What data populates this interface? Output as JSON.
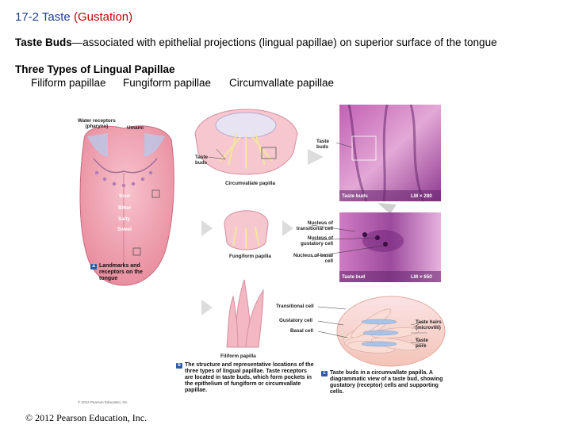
{
  "slide": {
    "title_number": "17-2 Taste ",
    "title_paren": "(Gustation)",
    "taste_buds_bold": "Taste Buds",
    "taste_buds_text": "—associated with epithelial projections (lingual papillae) on superior surface of the tongue",
    "papillae_heading": "Three Types of Lingual Papillae",
    "papillae_types": [
      "Filiform papillae",
      "Fungiform papillae",
      "Circumvallate papillae"
    ],
    "footer_copyright": "© 2012 Pearson Education, Inc."
  },
  "figure": {
    "tongue_labels": {
      "water_receptors": "Water receptors\n(pharynx)",
      "umami": "Umami",
      "sour": "Sour",
      "bitter": "Bitter",
      "salty": "Salty",
      "sweet": "Sweet"
    },
    "caption_a": "Landmarks and receptors on the tongue",
    "caption_a_tag": "a",
    "circumvallate": {
      "taste_buds_label": "Taste buds",
      "name": "Circumvallate papilla"
    },
    "fungiform": {
      "name": "Fungiform papilla"
    },
    "filiform": {
      "name": "Filiform papilla"
    },
    "micrograph_top": {
      "taste_buds_label": "Taste buds",
      "bottom_label": "Taste buds",
      "magnification": "LM × 280"
    },
    "micrograph_bottom": {
      "nucleus_transitional": "Nucleus of transitional cell",
      "nucleus_gustatory": "Nucleus of gustatory cell",
      "nucleus_basal": "Nucleus of basal cell",
      "bottom_label": "Taste bud",
      "magnification": "LM × 650"
    },
    "tastebud_diagram": {
      "transitional_cell": "Transitional cell",
      "gustatory_cell": "Gustatory cell",
      "basal_cell": "Basal cell",
      "taste_hairs": "Taste hairs\n(microvilli)",
      "taste_pore": "Taste\npore"
    },
    "caption_b_tag": "b",
    "caption_b": "The structure and representative locations of the three types of lingual papillae. Taste receptors are located in taste buds, which form pockets in the epithelium of fungiform or circumvallate papillae.",
    "caption_c_tag": "c",
    "caption_c": "Taste buds in a circumvallate papilla. A diagrammatic view of a taste bud, showing gustatory (receptor) cells and supporting cells.",
    "small_copyright": "© 2012 Pearson Education, Inc."
  },
  "colors": {
    "title_blue": "#1f3e8c",
    "title_red": "#c00000",
    "tongue_pink": "#f0a6b4",
    "tissue_pink": "#f6c7cf",
    "stain_purple": "#9b3f9a",
    "caption_tag_blue": "#2c5aa0"
  }
}
